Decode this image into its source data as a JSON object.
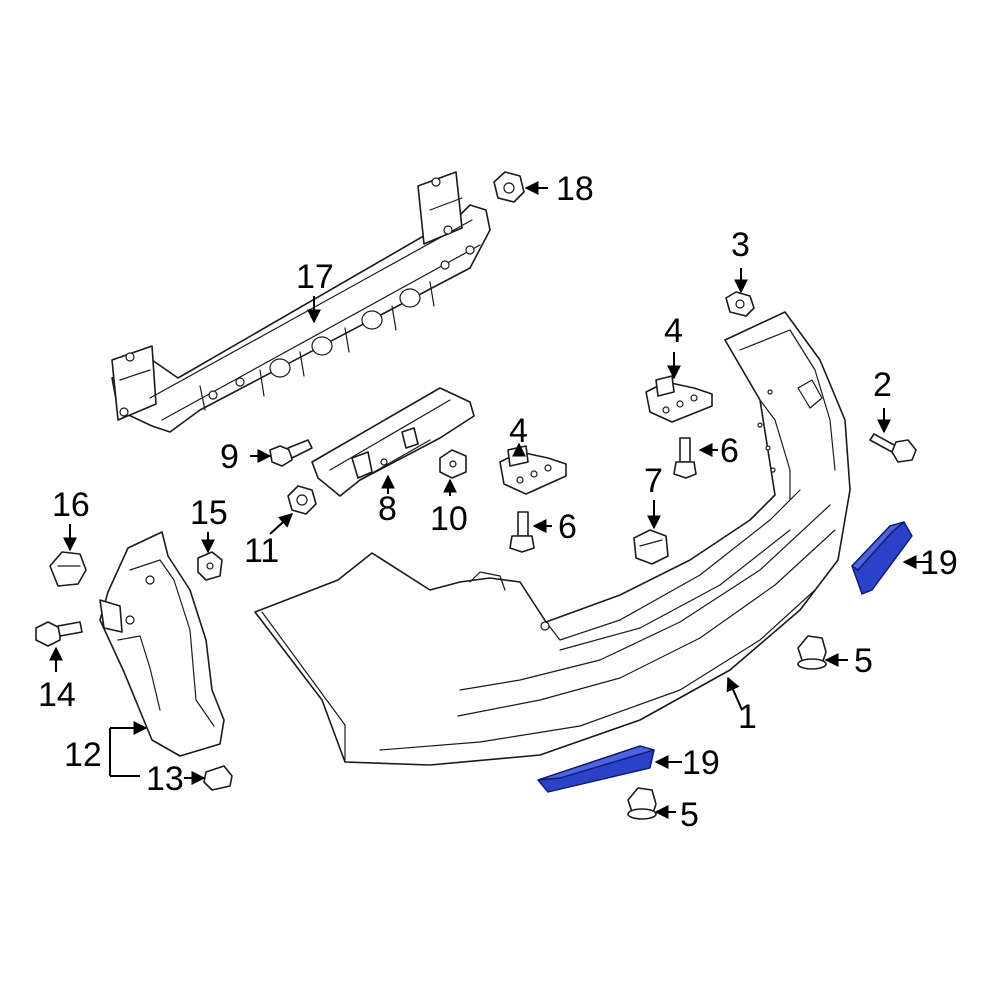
{
  "callouts": {
    "c1": "1",
    "c2": "2",
    "c3": "3",
    "c4a": "4",
    "c4b": "4",
    "c5a": "5",
    "c5b": "5",
    "c6a": "6",
    "c6b": "6",
    "c7": "7",
    "c8": "8",
    "c9": "9",
    "c10": "10",
    "c11": "11",
    "c12": "12",
    "c13": "13",
    "c14": "14",
    "c15": "15",
    "c16": "16",
    "c17": "17",
    "c18": "18",
    "c19a": "19",
    "c19b": "19"
  },
  "colors": {
    "line": "#1a1a1a",
    "highlight": "#2a41c8",
    "highlight_light": "#4d63e0",
    "background": "#ffffff"
  }
}
